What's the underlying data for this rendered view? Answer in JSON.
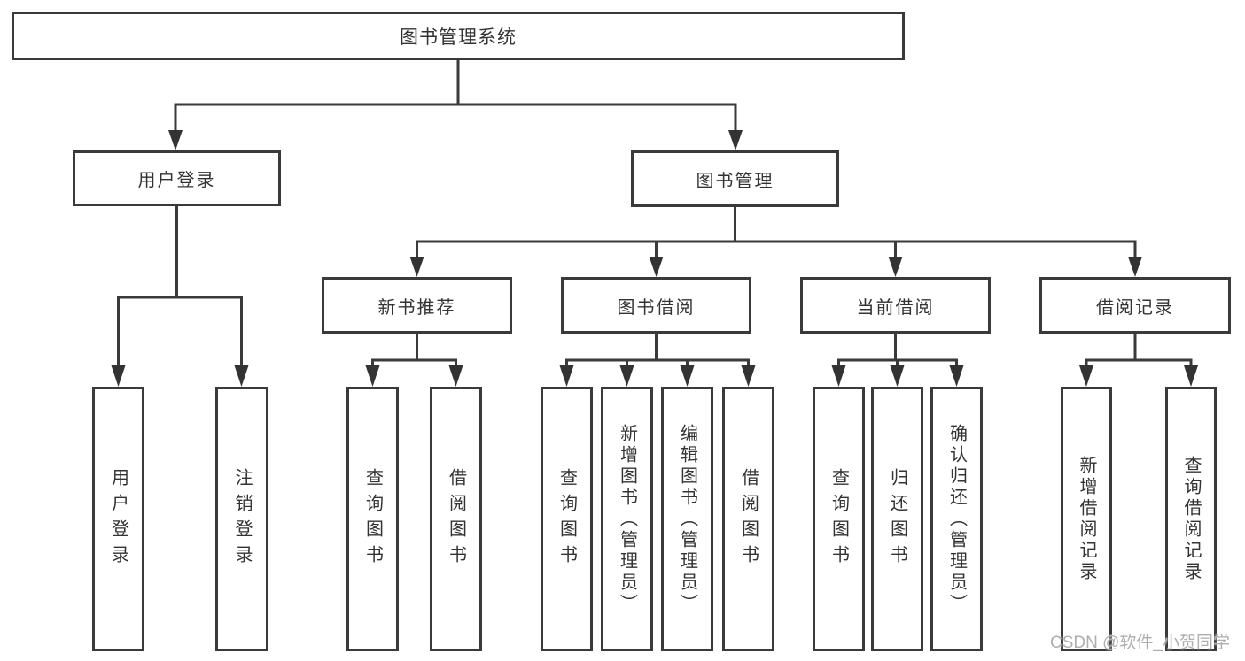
{
  "colors": {
    "line": "#3a3a3a",
    "text": "#333333",
    "background": "#ffffff",
    "watermark_text": "#aeaeae"
  },
  "tree": {
    "label": "图书管理系统",
    "children": [
      {
        "label": "用户登录",
        "children": [
          {
            "label": "用户登录"
          },
          {
            "label": "注销登录"
          }
        ]
      },
      {
        "label": "图书管理",
        "children": [
          {
            "label": "新书推荐",
            "children": [
              {
                "label": "查询图书"
              },
              {
                "label": "借阅图书"
              }
            ]
          },
          {
            "label": "图书借阅",
            "children": [
              {
                "label": "查询图书"
              },
              {
                "label": "新增图书（管理员）"
              },
              {
                "label": "编辑图书（管理员）"
              },
              {
                "label": "借阅图书"
              }
            ]
          },
          {
            "label": "当前借阅",
            "children": [
              {
                "label": "查询图书"
              },
              {
                "label": "归还图书"
              },
              {
                "label": "确认归还（管理员）"
              }
            ]
          },
          {
            "label": "借阅记录",
            "children": [
              {
                "label": "新增借阅记录"
              },
              {
                "label": "查询借阅记录"
              }
            ]
          }
        ]
      }
    ]
  },
  "watermark": "CSDN @软件_小贺同学"
}
